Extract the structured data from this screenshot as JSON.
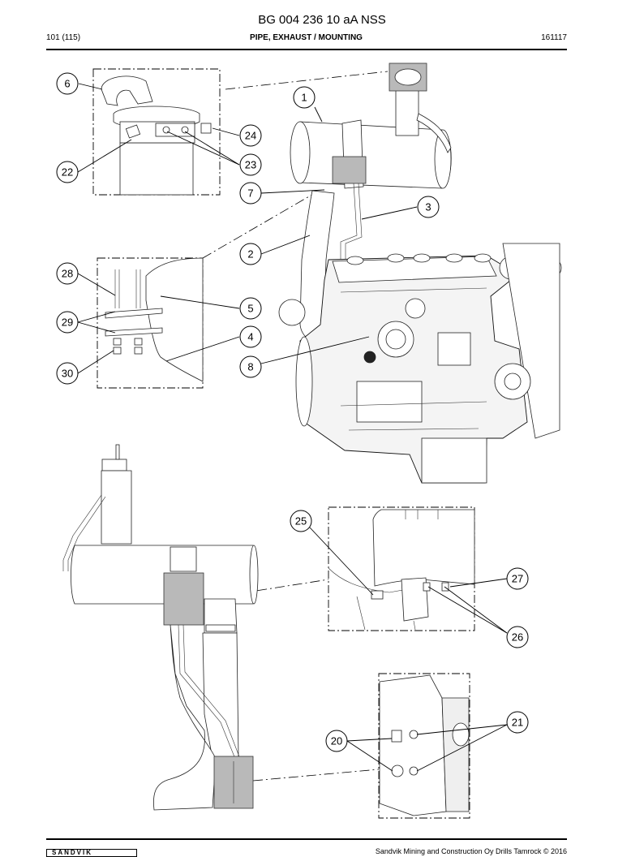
{
  "header": {
    "doc_title": "BG 004 236 10 aA NSS",
    "page": "101 (115)",
    "section_title": "PIPE, EXHAUST / MOUNTING",
    "date": "161117"
  },
  "callouts": {
    "c1": "1",
    "c2": "2",
    "c3": "3",
    "c4": "4",
    "c5": "5",
    "c6": "6",
    "c7": "7",
    "c8": "8",
    "c20": "20",
    "c21": "21",
    "c22": "22",
    "c23": "23",
    "c24": "24",
    "c25": "25",
    "c26": "26",
    "c27": "27",
    "c28": "28",
    "c29": "29",
    "c30": "30"
  },
  "footer": {
    "copyright": "Sandvik Mining and Construction Oy Drills Tamrock © 2016",
    "logo_text": "SANDVIK"
  }
}
